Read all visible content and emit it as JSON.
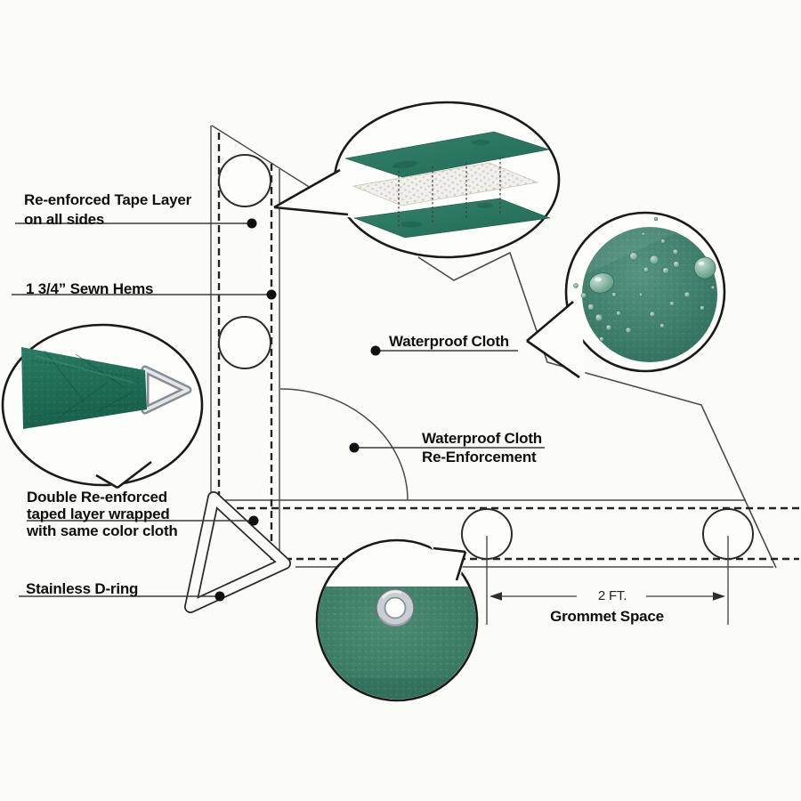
{
  "page": {
    "title": "Tarp corner construction diagram"
  },
  "colors": {
    "page_bg": "#fbfbf8",
    "fabric_green": "#2e7d67",
    "fabric_green_dark": "#1e6a55",
    "water_fabric_green": "#43826e",
    "grommet_fabric_green": "#3f8069",
    "line_dark": "#1d1d1d",
    "metal_gray": "#9aa0a6"
  },
  "labels": {
    "tape_layer_line1": "Re-enforced Tape Layer",
    "tape_layer_line2": "on all sides",
    "sewn_hems": "1 3/4” Sewn Hems",
    "waterproof_cloth": "Waterproof Cloth",
    "reenforcement_line1": "Waterproof Cloth",
    "reenforcement_line2": "Re-Enforcement",
    "double_taped_line1": "Double Re-enforced",
    "double_taped_line2": "taped layer wrapped",
    "double_taped_line3": "with same color cloth",
    "dring": "Stainless D-ring",
    "dimension_value": "2 FT.",
    "dimension_caption": "Grommet Space"
  },
  "callouts": {
    "layers_icon": "fabric-mesh-fabric-layers-illustration",
    "water_icon": "waterproof-fabric-with-droplets-illustration",
    "dring_icon": "d-ring-strap-closeup-illustration",
    "grommet_icon": "grommet-closeup-illustration"
  }
}
